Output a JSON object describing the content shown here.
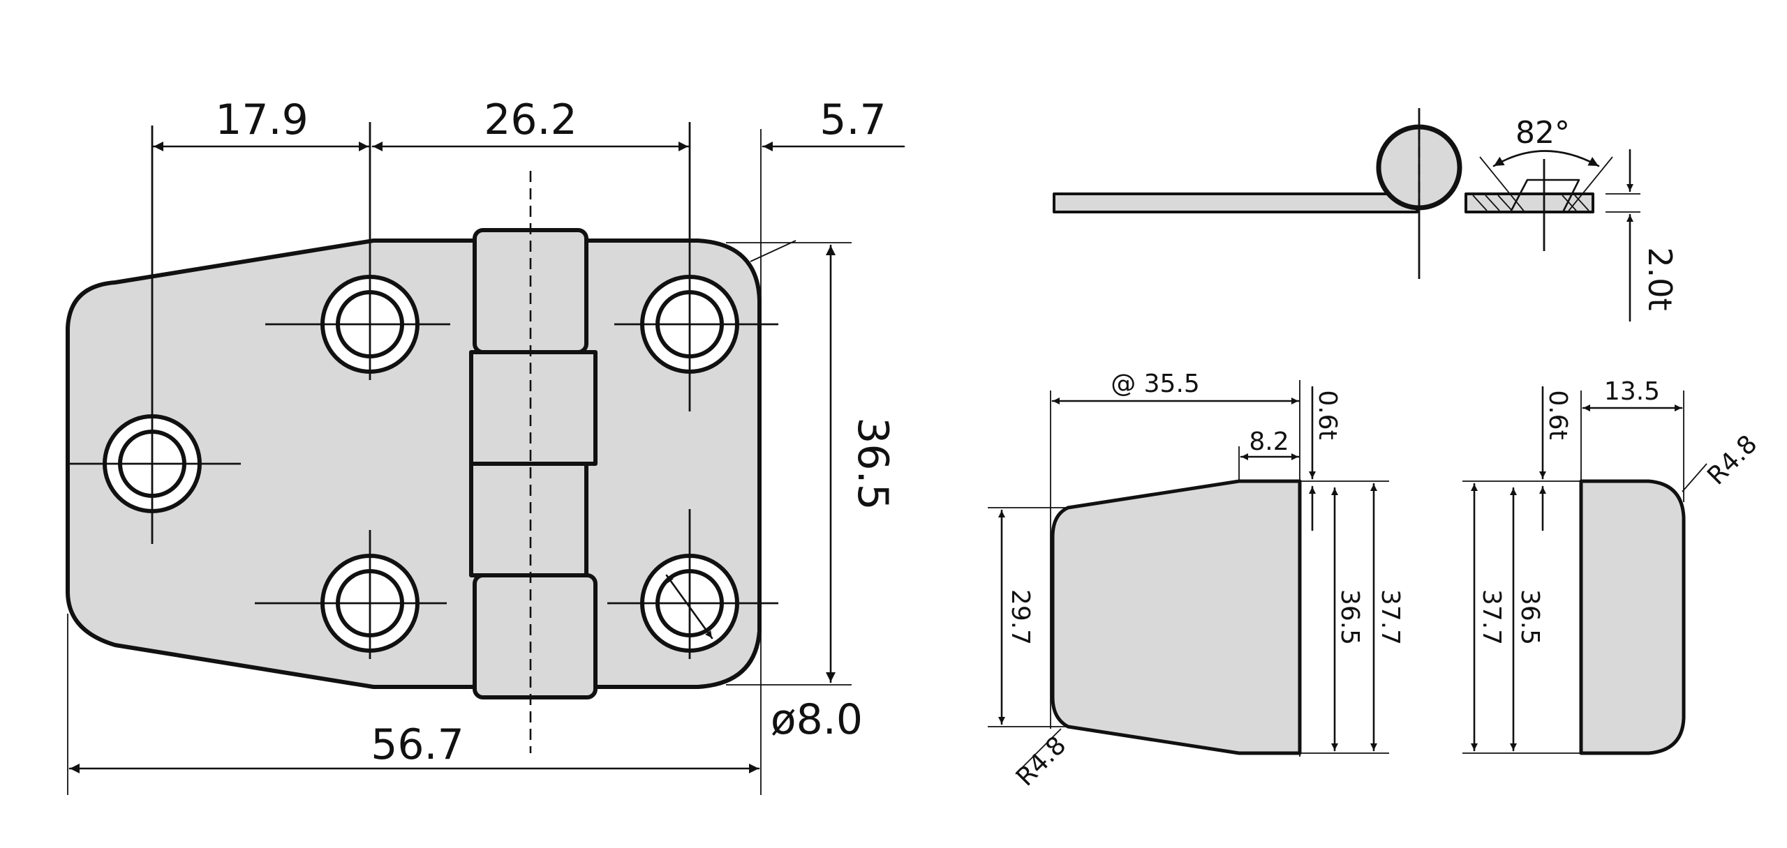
{
  "front_view": {
    "dim_hole_offset": "17.9",
    "dim_hole_spacing": "26.2",
    "dim_edge_offset": "5.7",
    "dim_height": "36.5",
    "dim_width": "56.7",
    "dim_hole_dia": "ø8.0"
  },
  "side_view": {
    "dim_angle": "82°",
    "dim_thickness": "2.0t"
  },
  "left_leaf_view": {
    "dim_length": "@ 35.5",
    "dim_thickness": "0.6t",
    "dim_taper": "8.2",
    "dim_narrow_height": "29.7",
    "dim_inner_height": "36.5",
    "dim_outer_height": "37.7",
    "dim_radius": "R4.8"
  },
  "right_leaf_view": {
    "dim_thickness": "0.6t",
    "dim_length": "13.5",
    "dim_outer_height": "37.7",
    "dim_inner_height": "36.5",
    "dim_radius": "R4.8"
  },
  "colors": {
    "fill": "#d9d9d9",
    "line": "#111111"
  }
}
